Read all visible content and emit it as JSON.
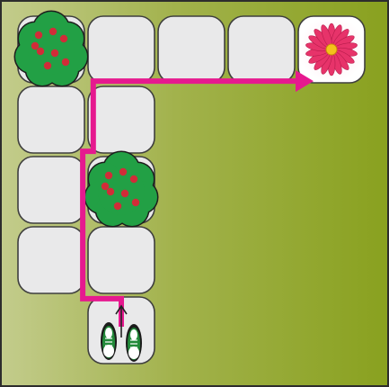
{
  "game": {
    "grid": {
      "cols": 5,
      "rows": 5
    },
    "colors": {
      "field_light": "#c3cc8c",
      "field_mid": "#a2b24c",
      "field_dark": "#89a11f",
      "frame": "#2d2d2d",
      "tile_fill": "#e9e9ea",
      "tile_stroke": "#3f3f3f",
      "path": "#e6198f",
      "tree_foliage": "#22a045",
      "tree_outline": "#1d1d1d",
      "berry": "#d12c38",
      "flower_petal": "#e7336a",
      "flower_center": "#f4c21b",
      "shoe_body": "#228a3a",
      "shoe_sole": "#ffffff"
    },
    "tiles": [
      {
        "name": "tile-start",
        "col": 1,
        "row": 4,
        "content": "sneakers"
      },
      {
        "name": "tile-path",
        "col": 1,
        "row": 3,
        "content": "empty"
      },
      {
        "name": "tile-path",
        "col": 0,
        "row": 3,
        "content": "empty"
      },
      {
        "name": "tile-tree",
        "col": 1,
        "row": 2,
        "content": "tree"
      },
      {
        "name": "tile-path",
        "col": 0,
        "row": 2,
        "content": "empty"
      },
      {
        "name": "tile-path",
        "col": 1,
        "row": 1,
        "content": "empty"
      },
      {
        "name": "tile-path",
        "col": 0,
        "row": 1,
        "content": "empty"
      },
      {
        "name": "tile-tree",
        "col": 0,
        "row": 0,
        "content": "tree"
      },
      {
        "name": "tile-path",
        "col": 1,
        "row": 0,
        "content": "empty"
      },
      {
        "name": "tile-path",
        "col": 2,
        "row": 0,
        "content": "empty"
      },
      {
        "name": "tile-path",
        "col": 3,
        "row": 0,
        "content": "empty"
      },
      {
        "name": "tile-goal",
        "col": 4,
        "row": 0,
        "content": "flower"
      }
    ],
    "path_waypoints": [
      {
        "col": 1,
        "row": 4
      },
      {
        "col": 1,
        "row": 3.55
      },
      {
        "col": 0.45,
        "row": 3.55
      },
      {
        "col": 0.45,
        "row": 1.45
      },
      {
        "col": 0.6,
        "row": 1.45
      },
      {
        "col": 0.6,
        "row": 0.45
      },
      {
        "col": 4,
        "row": 0.45
      }
    ],
    "path_end_marker": "arrowhead",
    "start_direction_icon": "up-arrow-icon"
  }
}
